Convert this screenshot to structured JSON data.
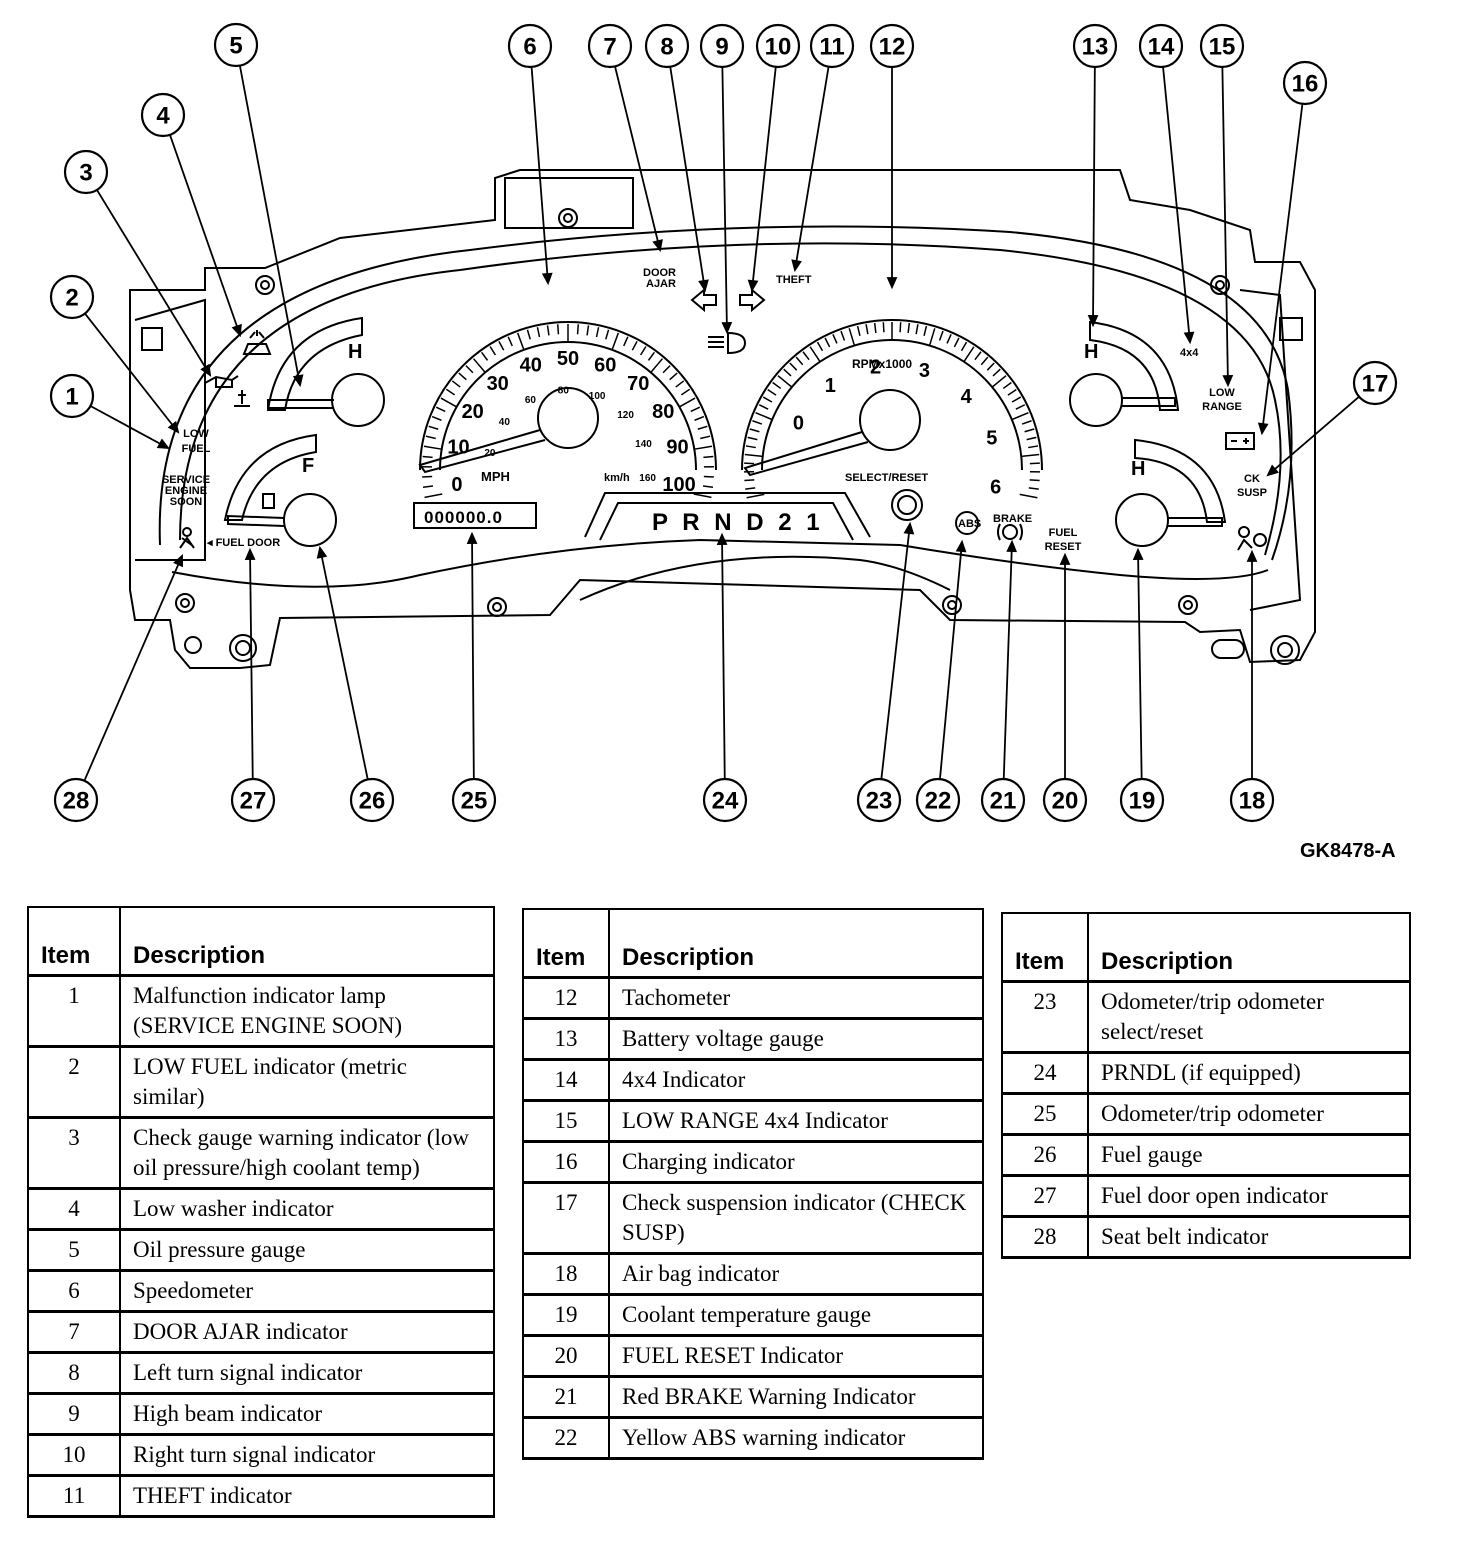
{
  "figure_id": "GK8478-A",
  "gauges": {
    "temp_high": "H",
    "fuel_full": "F",
    "speed_units": "MPH",
    "metric_units": "km/h",
    "rpm_label": "RPMx1000",
    "speed_marks": [
      "0",
      "10",
      "20",
      "30",
      "40",
      "50",
      "60",
      "70",
      "80",
      "90",
      "100"
    ],
    "kmh_marks": [
      "20",
      "40",
      "60",
      "80",
      "100",
      "120",
      "140",
      "160"
    ],
    "rpm_marks": [
      "0",
      "1",
      "2",
      "3",
      "4",
      "5",
      "6"
    ],
    "odometer_value": "000000.0",
    "prndl": "P R N D 2 1",
    "select_reset": "SELECT/RESET"
  },
  "indicators": {
    "door_ajar": "DOOR AJAR",
    "theft": "THEFT",
    "low_fuel": "LOW FUEL",
    "service_engine_soon": "SERVICE ENGINE SOON",
    "fuel_door": "FUEL DOOR",
    "four_by_four": "4x4",
    "low_range": "LOW RANGE",
    "ck_susp": "CK SUSP",
    "brake": "BRAKE",
    "abs": "ABS",
    "fuel_reset": "FUEL RESET"
  },
  "callouts": [
    "1",
    "2",
    "3",
    "4",
    "5",
    "6",
    "7",
    "8",
    "9",
    "10",
    "11",
    "12",
    "13",
    "14",
    "15",
    "16",
    "17",
    "18",
    "19",
    "20",
    "21",
    "22",
    "23",
    "24",
    "25",
    "26",
    "27",
    "28"
  ],
  "tables": [
    {
      "headers": [
        "Item",
        "Description"
      ],
      "rows": [
        {
          "item": "1",
          "desc": "Malfunction indicator lamp (SERVICE ENGINE SOON)"
        },
        {
          "item": "2",
          "desc": "LOW FUEL indicator (metric similar)"
        },
        {
          "item": "3",
          "desc": "Check gauge warning indicator (low oil pressure/high coolant temp)"
        },
        {
          "item": "4",
          "desc": "Low washer indicator"
        },
        {
          "item": "5",
          "desc": "Oil pressure gauge"
        },
        {
          "item": "6",
          "desc": "Speedometer"
        },
        {
          "item": "7",
          "desc": "DOOR AJAR indicator"
        },
        {
          "item": "8",
          "desc": "Left turn signal indicator"
        },
        {
          "item": "9",
          "desc": "High beam indicator"
        },
        {
          "item": "10",
          "desc": "Right turn signal indicator"
        },
        {
          "item": "11",
          "desc": "THEFT indicator"
        }
      ]
    },
    {
      "headers": [
        "Item",
        "Description"
      ],
      "rows": [
        {
          "item": "12",
          "desc": "Tachometer"
        },
        {
          "item": "13",
          "desc": "Battery voltage gauge"
        },
        {
          "item": "14",
          "desc": "4x4 Indicator"
        },
        {
          "item": "15",
          "desc": "LOW RANGE 4x4 Indicator"
        },
        {
          "item": "16",
          "desc": "Charging indicator"
        },
        {
          "item": "17",
          "desc": "Check suspension indicator (CHECK SUSP)"
        },
        {
          "item": "18",
          "desc": "Air bag indicator"
        },
        {
          "item": "19",
          "desc": "Coolant temperature gauge"
        },
        {
          "item": "20",
          "desc": "FUEL RESET Indicator"
        },
        {
          "item": "21",
          "desc": "Red BRAKE Warning Indicator"
        },
        {
          "item": "22",
          "desc": "Yellow ABS warning indicator"
        }
      ]
    },
    {
      "headers": [
        "Item",
        "Description"
      ],
      "rows": [
        {
          "item": "23",
          "desc": "Odometer/trip odometer select/reset"
        },
        {
          "item": "24",
          "desc": "PRNDL (if equipped)"
        },
        {
          "item": "25",
          "desc": "Odometer/trip odometer"
        },
        {
          "item": "26",
          "desc": "Fuel gauge"
        },
        {
          "item": "27",
          "desc": "Fuel door open indicator"
        },
        {
          "item": "28",
          "desc": "Seat belt indicator"
        }
      ]
    }
  ]
}
